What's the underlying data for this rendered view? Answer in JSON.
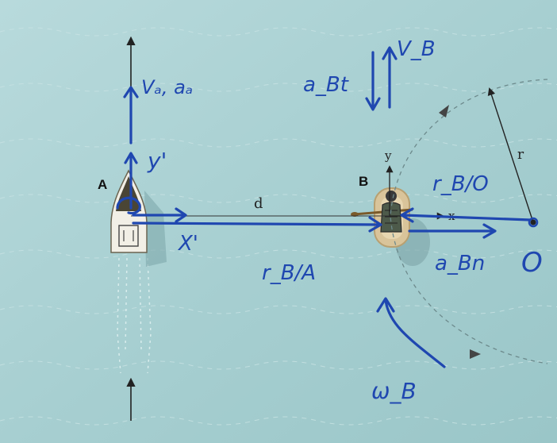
{
  "labels": {
    "point_a": "A",
    "point_b": "B",
    "distance": "d",
    "radius": "r",
    "axis_x": "x",
    "axis_y": "y"
  },
  "annotations": {
    "v_a_a_a": "Vₐ, aₐ",
    "v_b": "V_B",
    "a_bt": "a_Bt",
    "y_prime": "y'",
    "x_prime": "X'",
    "r_b_o": "r_B/O",
    "r_b_a": "r_B/A",
    "a_bn": "a_Bn",
    "o": "O",
    "omega_b": "ω_B"
  },
  "colors": {
    "water": "#a9d1d3",
    "ink": "#1f47b0",
    "boat_hull": "#f2efe6",
    "raft": "#d9c49a"
  }
}
